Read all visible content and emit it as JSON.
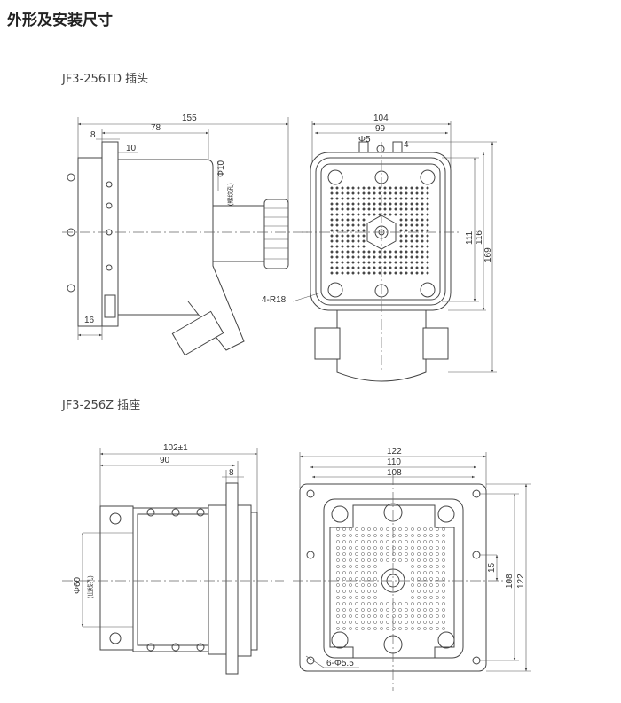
{
  "page_title": "外形及安装尺寸",
  "plug": {
    "label": "JF3-256TD 插头",
    "side_view": {
      "dim_overall": "155",
      "dim_body": "78",
      "dim_flange": "8",
      "dim_bolt": "10",
      "dim_base": "16",
      "thread_hole_dia": "Φ10",
      "thread_hole_note": "(螺纹孔)"
    },
    "front_view": {
      "dim_width_outer": "104",
      "dim_width_inner": "99",
      "hole_dia": "Φ5",
      "dim_offset": "4",
      "dim_h_inner": "111",
      "dim_h_outer": "116",
      "dim_h_total": "169",
      "corner_radius": "4-R18"
    }
  },
  "socket": {
    "label": "JF3-256Z 插座",
    "side_view": {
      "dim_overall": "102±1",
      "dim_body": "90",
      "dim_flange": "8",
      "cable_hole_dia": "Φ60",
      "cable_hole_note": "(出线孔)"
    },
    "front_view": {
      "dim_flange_width": "122",
      "dim_hole_spacing": "110",
      "dim_inner": "108",
      "dim_offset": "15",
      "dim_h_inner": "108",
      "dim_h_outer": "122",
      "mount_holes": "6-Φ5.5"
    }
  }
}
